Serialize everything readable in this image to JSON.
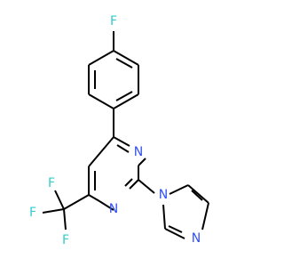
{
  "molecule": {
    "atoms": {
      "fluorine_para": {
        "label": "F",
        "color": "#33CCCC"
      },
      "n_pyrimidine_3": {
        "label": "N",
        "color": "#3050F8"
      },
      "n_pyrimidine_1": {
        "label": "N",
        "color": "#3050F8"
      },
      "n_imidazole_1": {
        "label": "N",
        "color": "#3050F8"
      },
      "n_imidazole_3": {
        "label": "N",
        "color": "#3050F8"
      },
      "cf3_f_left": {
        "label": "F",
        "color": "#33CCCC"
      },
      "cf3_f_top": {
        "label": "F",
        "color": "#33CCCC"
      },
      "cf3_f_bottom": {
        "label": "F",
        "color": "#33CCCC"
      }
    },
    "bond_color": "#000000"
  }
}
